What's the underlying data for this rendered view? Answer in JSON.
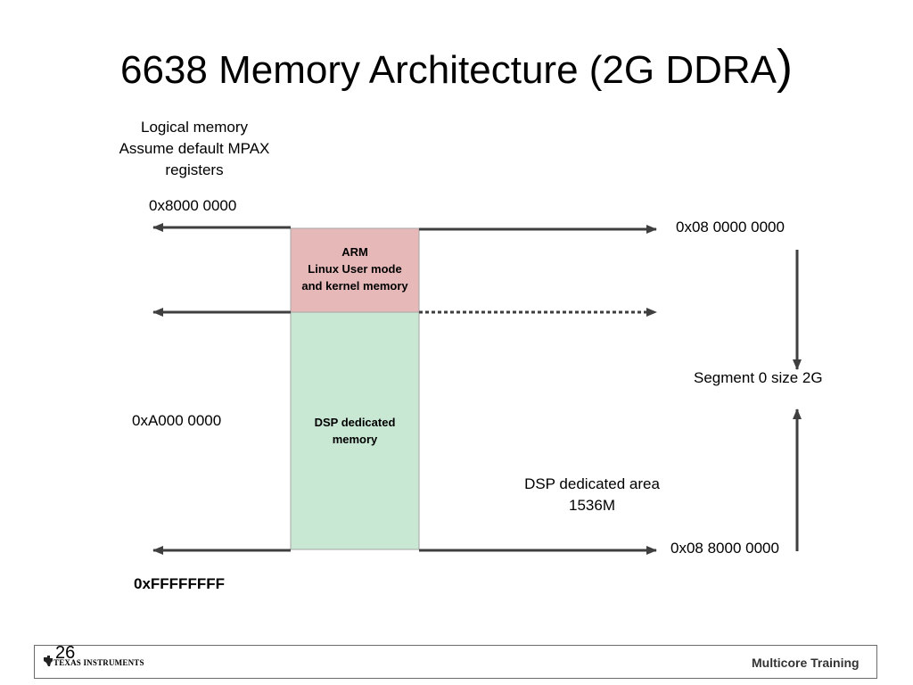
{
  "slide": {
    "title": "6638 Memory Architecture (2G DDRA",
    "title_paren": ")",
    "page_number": "26"
  },
  "left": {
    "caption_line1": "Logical memory",
    "caption_line2": "Assume default MPAX",
    "caption_line3": "registers",
    "addr_top": "0x8000 0000",
    "addr_mid": "0xA000 0000",
    "addr_bottom": "0xFFFFFFFF"
  },
  "blocks": {
    "arm_line1": "ARM",
    "arm_line2": "Linux User mode",
    "arm_line3": "and kernel memory",
    "dsp_line1": "DSP dedicated",
    "dsp_line2": "memory"
  },
  "right": {
    "addr_top": "0x08 0000 0000",
    "addr_bottom": "0x08 8000 0000",
    "segment_caption": "Segment 0 size 2G",
    "dsp_area_line1": "DSP dedicated area",
    "dsp_area_line2": "1536M"
  },
  "footer": {
    "brand": "TEXAS INSTRUMENTS",
    "right_text": "Multicore Training"
  },
  "colors": {
    "arm_fill": "#e6b9b8",
    "dsp_fill": "#c9e8d3",
    "arrow": "#3f3f3f",
    "block_border": "#a6a6a6",
    "footer_border": "#6b6b6b"
  }
}
